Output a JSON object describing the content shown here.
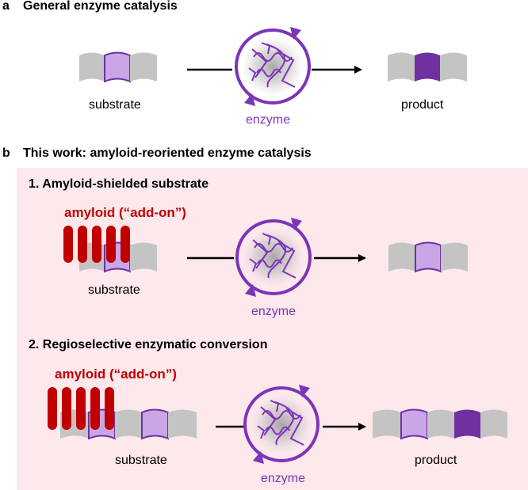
{
  "panel_a": {
    "letter": "a",
    "title": "General enzyme catalysis",
    "substrate_label": "substrate",
    "enzyme_label": "enzyme",
    "product_label": "product"
  },
  "panel_b": {
    "letter": "b",
    "title": "This work: amyloid-reoriented enzyme catalysis",
    "scenario_1": {
      "title": "1. Amyloid-shielded substrate",
      "amyloid_label": "amyloid (“add-on”)",
      "substrate_label": "substrate",
      "enzyme_label": "enzyme"
    },
    "scenario_2": {
      "title": "2. Regioselective enzymatic conversion",
      "amyloid_label": "amyloid (“add-on”)",
      "substrate_label": "substrate",
      "enzyme_label": "enzyme",
      "product_label": "product"
    }
  },
  "colors": {
    "strand_gray": "#c4c4c4",
    "site_light_purple": "#c9a6e6",
    "site_dark_purple": "#7030a0",
    "enzyme_purple": "#7b35b8",
    "amyloid_red": "#c00000",
    "panel_b_background": "#fde8ec"
  }
}
